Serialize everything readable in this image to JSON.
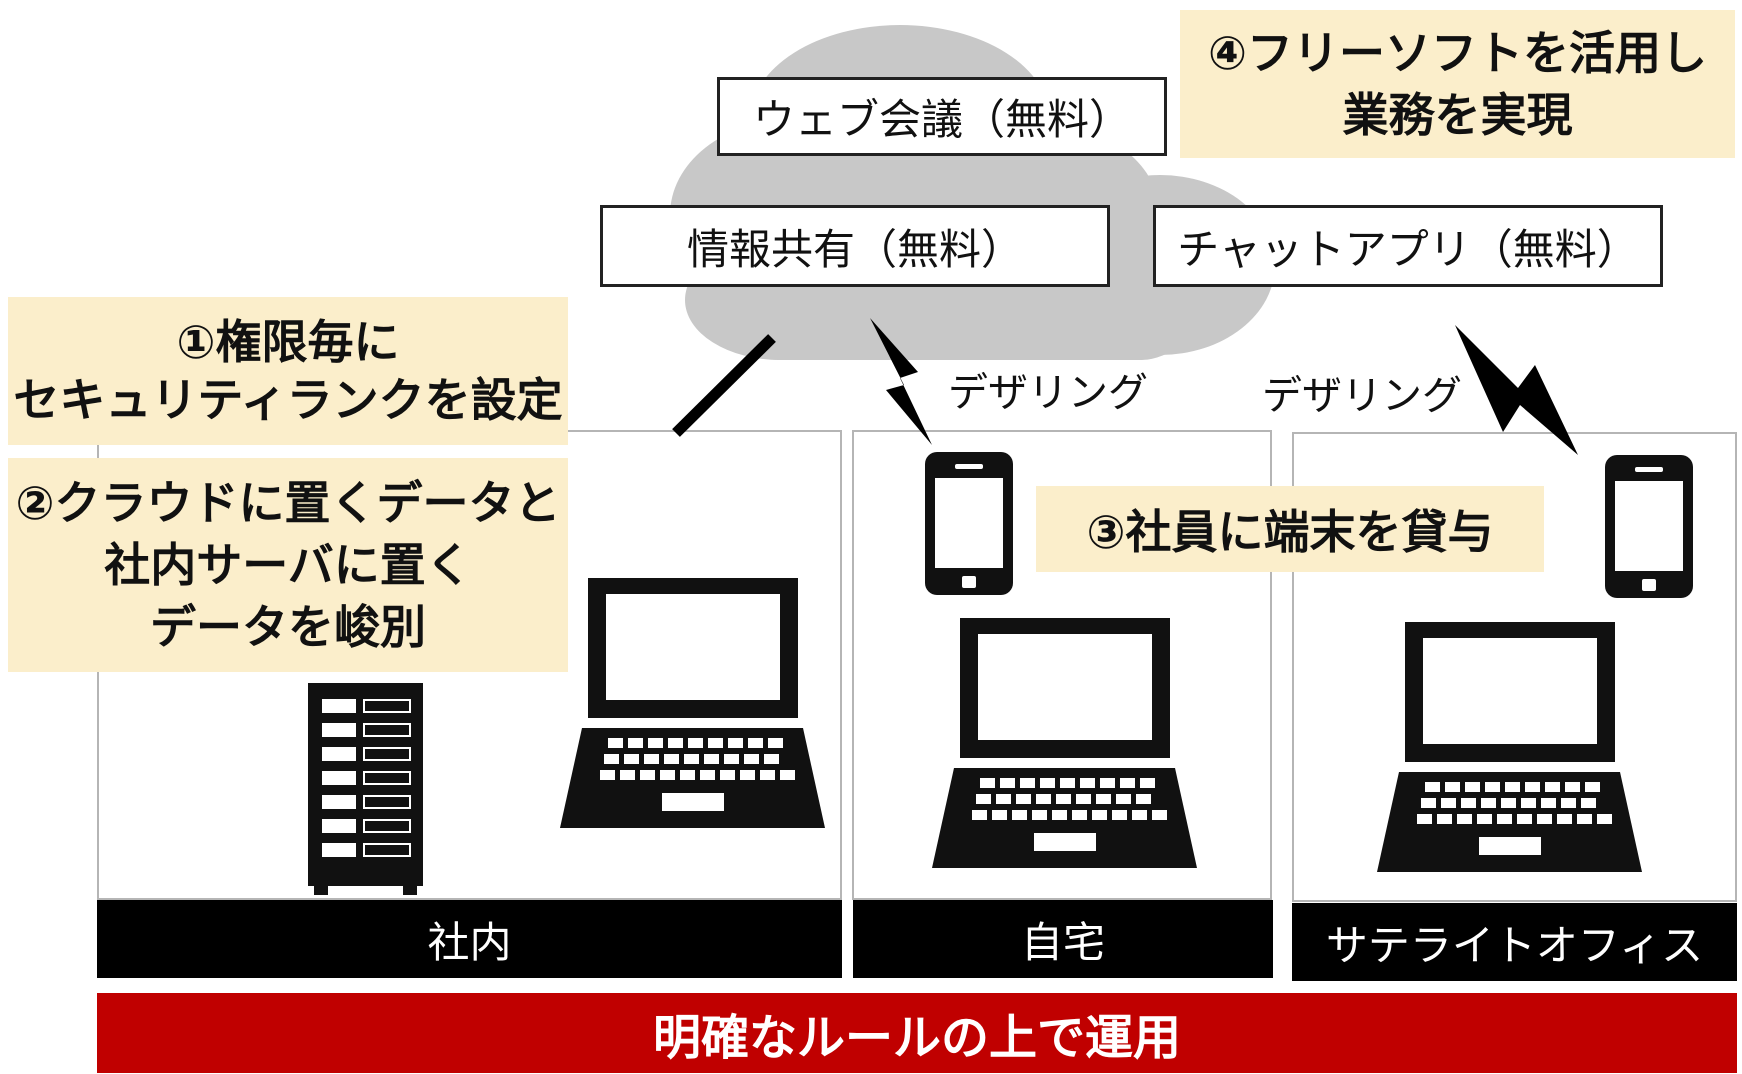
{
  "cloud_services": {
    "web_meeting": "ウェブ会議（無料）",
    "info_share": "情報共有（無料）",
    "chat_app": "チャットアプリ（無料）"
  },
  "callouts": {
    "c1": [
      "①権限毎に",
      "セキュリティランクを設定"
    ],
    "c2": [
      "②クラウドに置くデータと",
      "社内サーバに置く",
      "データを峻別"
    ],
    "c3": "③社員に端末を貸与",
    "c4": [
      "④フリーソフトを活用し",
      "業務を実現"
    ]
  },
  "tethering": {
    "home": "デザリング",
    "satellite": "デザリング"
  },
  "zones": {
    "office": "社内",
    "home": "自宅",
    "satellite": "サテライトオフィス"
  },
  "footer": "明確なルールの上で運用",
  "icons": [
    "cloud-icon",
    "server-rack-icon",
    "laptop-icon",
    "smartphone-icon",
    "lightning-icon",
    "connection-line"
  ],
  "colors": {
    "callout_bg": "#fbeecb",
    "cloud": "#c8c8c8",
    "footer_bg": "#c00000",
    "zone_bar": "#000000"
  }
}
